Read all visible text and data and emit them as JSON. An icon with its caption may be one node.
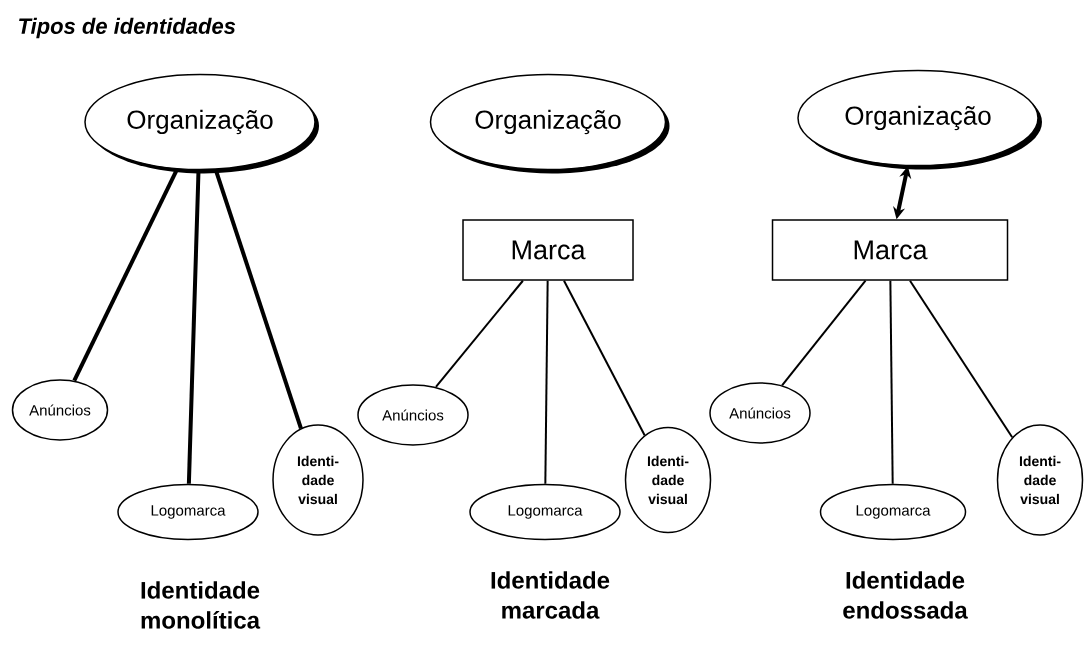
{
  "diagram": {
    "title": "Tipos de identidades",
    "nodes": [
      {
        "text": [
          "Organização"
        ]
      },
      {
        "text": [
          "Anúncios"
        ]
      },
      {
        "text": [
          "Logomarca"
        ]
      },
      {
        "text": [
          "Identi- dade visual"
        ]
      },
      {
        "text": [
          "Organização"
        ]
      },
      {
        "text": [
          "Marca"
        ]
      },
      {
        "text": [
          "Anúncios"
        ]
      },
      {
        "text": [
          "Logomarca"
        ]
      },
      {
        "text": [
          "Identi- dade visual"
        ]
      },
      {
        "text": [
          "Organização"
        ]
      },
      {
        "text": [
          "Marca"
        ]
      },
      {
        "text": [
          "Anúncios"
        ]
      },
      {
        "text": [
          "Logomarca"
        ]
      },
      {
        "text": [
          "Identi- dade visual"
        ]
      }
    ],
    "edges": [
      {
        "from": 0,
        "to": 1,
        "arrow": "none",
        "style": "thick"
      },
      {
        "from": 0,
        "to": 2,
        "arrow": "none",
        "style": "thick"
      },
      {
        "from": 0,
        "to": 3,
        "arrow": "none",
        "style": "thick"
      },
      {
        "from": 5,
        "to": 6,
        "arrow": "none"
      },
      {
        "from": 5,
        "to": 7,
        "arrow": "none"
      },
      {
        "from": 5,
        "to": 8,
        "arrow": "none"
      },
      {
        "from": 9,
        "to": 10,
        "arrow": "both",
        "style": "thick"
      },
      {
        "from": 10,
        "to": 11,
        "arrow": "none"
      },
      {
        "from": 10,
        "to": 12,
        "arrow": "none"
      },
      {
        "from": 10,
        "to": 13,
        "arrow": "none"
      }
    ],
    "labels": [
      "Identidade monolítica",
      "Identidade marcada",
      "Identidade endossada"
    ]
  }
}
